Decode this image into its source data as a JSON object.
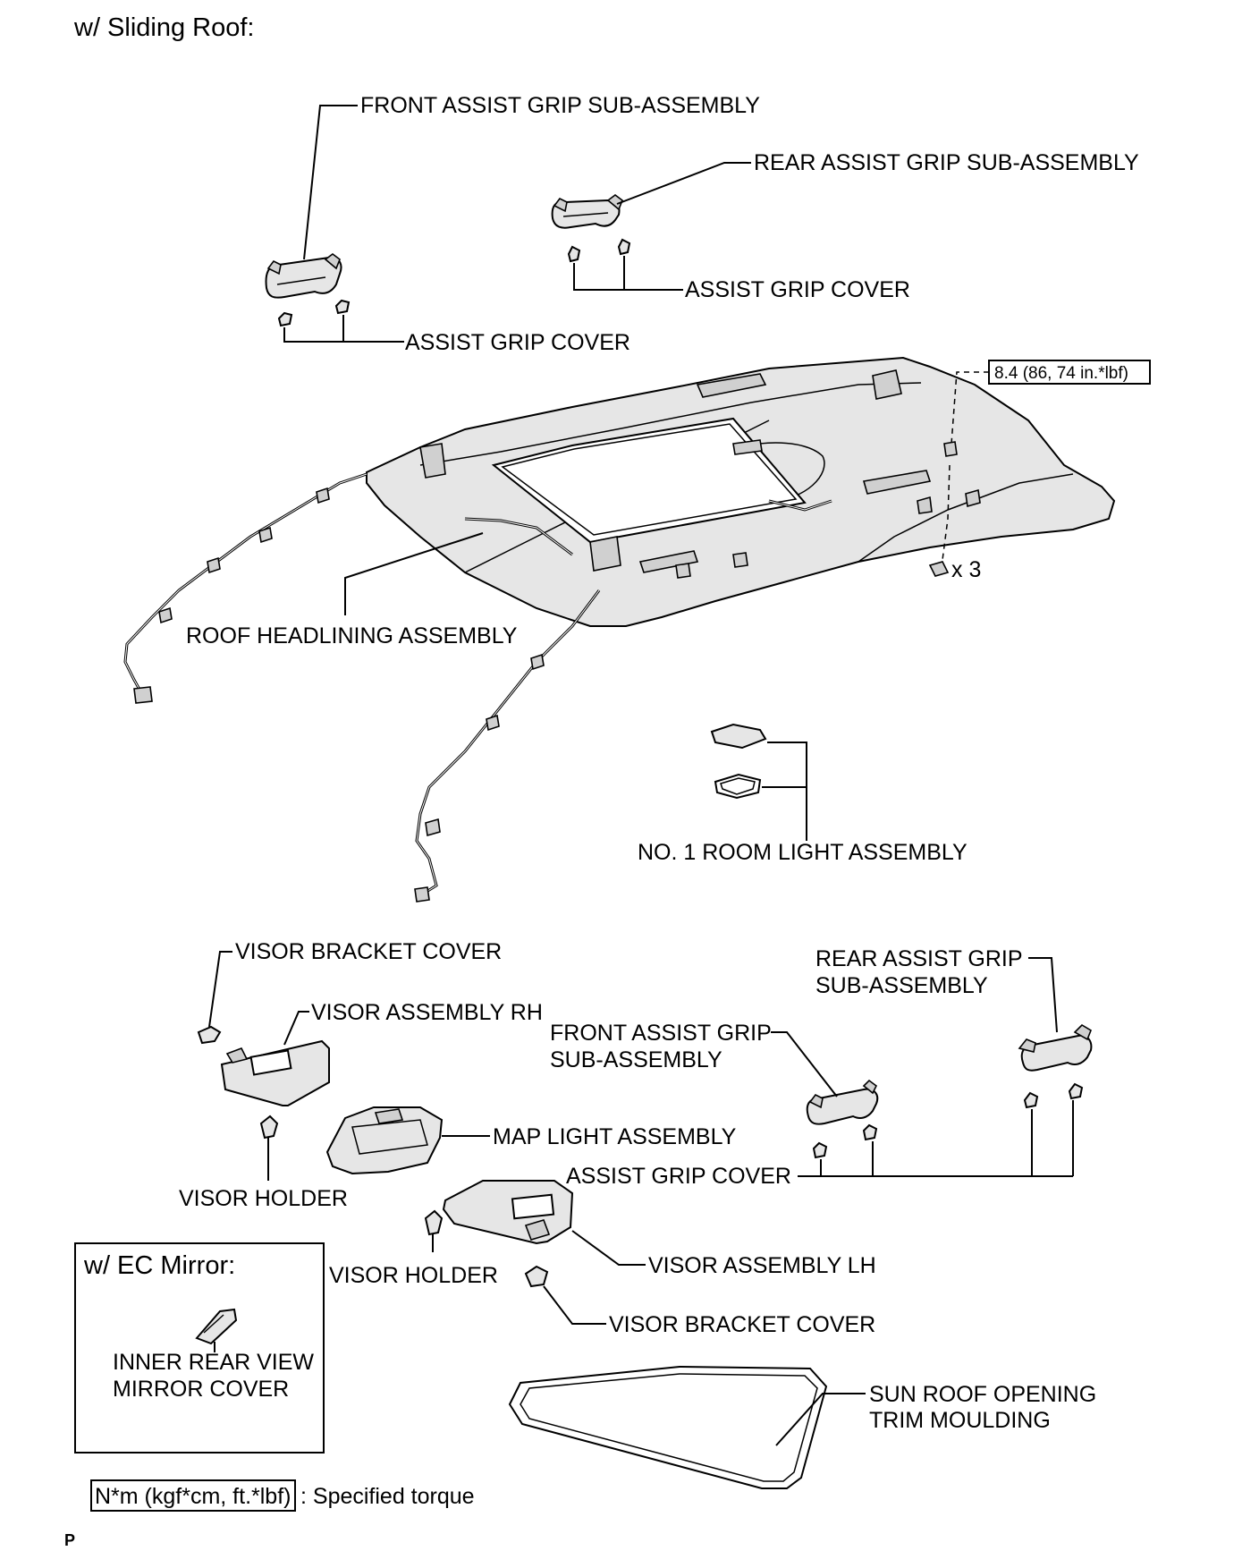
{
  "header": {
    "title": "w/ Sliding Roof:"
  },
  "labels": {
    "front_grip_top": "FRONT ASSIST GRIP SUB-ASSEMBLY",
    "rear_grip_top": "REAR ASSIST GRIP SUB-ASSEMBLY",
    "grip_cover_top_right": "ASSIST GRIP COVER",
    "grip_cover_top_left": "ASSIST GRIP COVER",
    "torque_value": "8.4 (86, 74 in.*lbf)",
    "clip_count": "x 3",
    "roof_headlining": "ROOF HEADLINING ASSEMBLY",
    "room_light": "NO. 1 ROOM LIGHT ASSEMBLY",
    "visor_bracket_cover_top": "VISOR BRACKET COVER",
    "visor_rh": "VISOR ASSEMBLY RH",
    "rear_grip_lower_1": "REAR ASSIST GRIP",
    "rear_grip_lower_2": "SUB-ASSEMBLY",
    "front_grip_lower_1": "FRONT ASSIST GRIP",
    "front_grip_lower_2": "SUB-ASSEMBLY",
    "map_light": "MAP LIGHT ASSEMBLY",
    "grip_cover_lower": "ASSIST GRIP COVER",
    "visor_holder_left": "VISOR HOLDER",
    "visor_holder_mid": "VISOR HOLDER",
    "visor_lh": "VISOR ASSEMBLY LH",
    "visor_bracket_cover_bottom": "VISOR BRACKET COVER",
    "sunroof_trim_1": "SUN ROOF OPENING",
    "sunroof_trim_2": "TRIM MOULDING"
  },
  "ec_mirror": {
    "title": "w/ EC Mirror:",
    "label_1": "INNER REAR VIEW",
    "label_2": "MIRROR COVER"
  },
  "legend": {
    "unit": "N*m (kgf*cm, ft.*lbf)",
    "text": ": Specified torque"
  },
  "corner_mark": "P"
}
